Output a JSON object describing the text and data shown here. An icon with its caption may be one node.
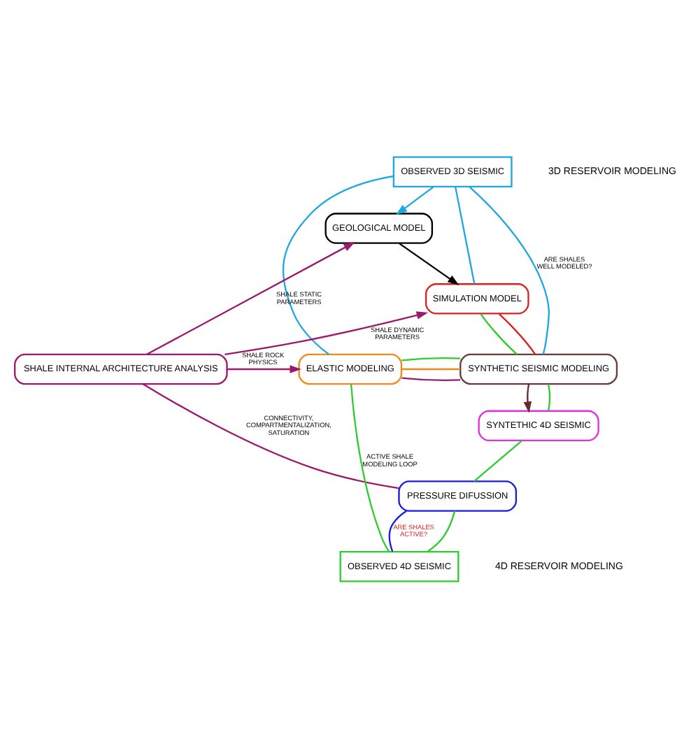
{
  "diagram": {
    "nodes": [
      {
        "text": [
          "OBSERVED 3D SEISMIC"
        ]
      },
      {
        "text": [
          "GEOLOGICAL MODEL"
        ]
      },
      {
        "text": [
          "SIMULATION MODEL"
        ]
      },
      {
        "text": [
          "SHALE INTERNAL ARCHITECTURE ANALYSIS"
        ]
      },
      {
        "text": [
          "ELASTIC MODELING"
        ]
      },
      {
        "text": [
          "SYNTHETIC SEISMIC MODELING"
        ]
      },
      {
        "text": [
          "SYNTETHIC 4D SEISMIC"
        ]
      },
      {
        "text": [
          "PRESSURE DIFUSSION"
        ]
      },
      {
        "text": [
          "OBSERVED 4D SEISMIC"
        ]
      }
    ],
    "edges": [
      {
        "from": 0,
        "to": 1,
        "arrow": "to",
        "color": "#1ea7e0"
      },
      {
        "from": 1,
        "to": 2,
        "arrow": "to",
        "color": "#000000"
      },
      {
        "from": 0,
        "to": 2,
        "arrow": "none",
        "color": "#1ea7e0"
      },
      {
        "from": 3,
        "to": 1,
        "arrow": "to",
        "label": "SHALE STATIC PARAMETERS",
        "color": "#9b1a6e"
      },
      {
        "from": 3,
        "to": 2,
        "arrow": "to",
        "label": "SHALE DYNAMIC PARAMETERS",
        "color": "#9b1a6e"
      },
      {
        "from": 3,
        "to": 4,
        "arrow": "to",
        "label": "SHALE ROCK PHYSICS",
        "color": "#9b1a6e"
      },
      {
        "from": 0,
        "to": 4,
        "arrow": "none",
        "color": "#1ea7e0"
      },
      {
        "from": 0,
        "to": 5,
        "arrow": "none",
        "label": "ARE SHALES WELL MODELED?",
        "color": "#1ea7e0"
      },
      {
        "from": 2,
        "to": 5,
        "arrow": "none",
        "color": "#2ecc2e"
      },
      {
        "from": 2,
        "to": 5,
        "arrow": "none",
        "color": "#e02020"
      },
      {
        "from": 4,
        "to": 5,
        "arrow": "none",
        "color": "#9b1a6e"
      },
      {
        "from": 4,
        "to": 5,
        "arrow": "none",
        "color": "#f08a1c"
      },
      {
        "from": 4,
        "to": 5,
        "arrow": "none",
        "color": "#2ecc2e"
      },
      {
        "from": 5,
        "to": 6,
        "arrow": "to",
        "color": "#6b2a2a"
      },
      {
        "from": 5,
        "to": 6,
        "arrow": "none",
        "color": "#2ecc2e"
      },
      {
        "from": 6,
        "to": 7,
        "arrow": "none",
        "color": "#2ecc2e"
      },
      {
        "from": 3,
        "to": 7,
        "arrow": "none",
        "label": "CONNECTIVITY, COMPARTMENTALIZATION, SATURATION",
        "color": "#9b1a6e"
      },
      {
        "from": 7,
        "to": 8,
        "arrow": "none",
        "color": "#2ecc2e"
      },
      {
        "from": 7,
        "to": 8,
        "arrow": "none",
        "label": "ARE SHALES ACTIVE?",
        "color": "#1a1ae0"
      },
      {
        "from": 4,
        "to": 8,
        "arrow": "none",
        "label": "ACTIVE SHALE MODELING LOOP",
        "color": "#2ecc2e"
      }
    ],
    "labels": [
      "3D RESERVOIR MODELING",
      "4D RESERVOIR MODELING"
    ]
  }
}
